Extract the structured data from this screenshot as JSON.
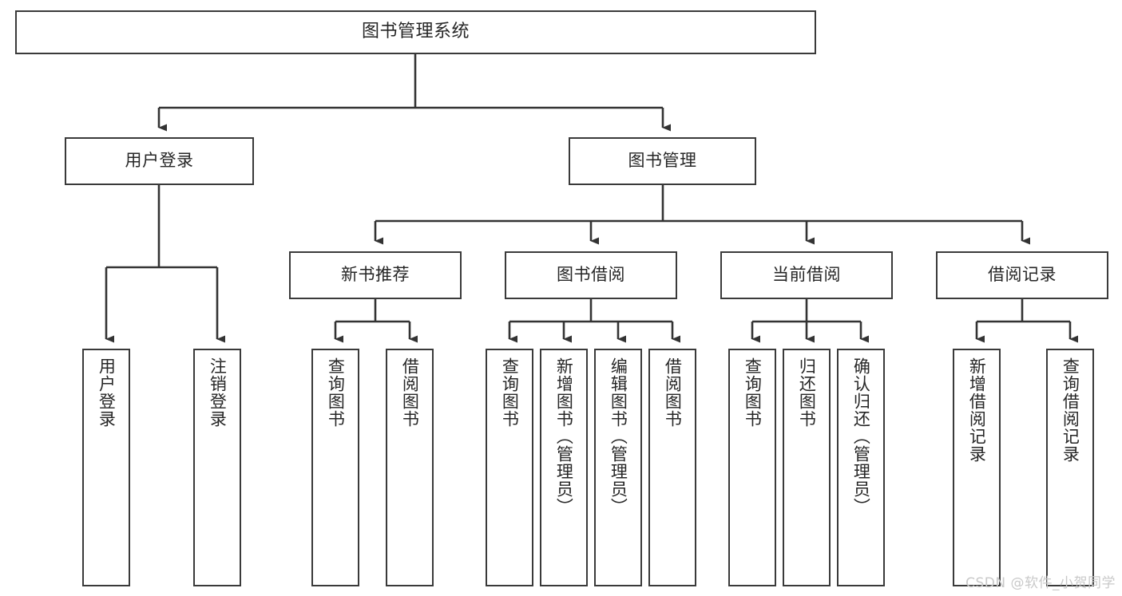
{
  "diagram": {
    "title": "图书管理系统",
    "type": "tree",
    "watermark": "CSDN @软件_小贺同学",
    "colors": {
      "border": "#3a3a3a",
      "text": "#262626",
      "background": "#ffffff",
      "edge": "#333333",
      "watermark": "#c9c9c9"
    },
    "nodes": {
      "root": {
        "label": "图书管理系统"
      },
      "level1": [
        {
          "id": "user-login",
          "label": "用户登录"
        },
        {
          "id": "book-manage",
          "label": "图书管理"
        }
      ],
      "level2": [
        {
          "id": "new-book-recommend",
          "label": "新书推荐"
        },
        {
          "id": "book-borrow",
          "label": "图书借阅"
        },
        {
          "id": "current-borrow",
          "label": "当前借阅"
        },
        {
          "id": "borrow-record",
          "label": "借阅记录"
        }
      ],
      "leaves": {
        "user_login": [
          {
            "id": "leaf-user-login",
            "label": "用户登录"
          },
          {
            "id": "leaf-logout-login",
            "label": "注销登录"
          }
        ],
        "new_book_recommend": [
          {
            "id": "leaf-query-book-1",
            "label": "查询图书"
          },
          {
            "id": "leaf-borrow-book-1",
            "label": "借阅图书"
          }
        ],
        "book_borrow": [
          {
            "id": "leaf-query-book-2",
            "label": "查询图书"
          },
          {
            "id": "leaf-add-book-admin",
            "label": "新增图书（管理员）"
          },
          {
            "id": "leaf-edit-book-admin",
            "label": "编辑图书（管理员）"
          },
          {
            "id": "leaf-borrow-book-2",
            "label": "借阅图书"
          }
        ],
        "current_borrow": [
          {
            "id": "leaf-query-book-3",
            "label": "查询图书"
          },
          {
            "id": "leaf-return-book",
            "label": "归还图书"
          },
          {
            "id": "leaf-confirm-return-admin",
            "label": "确认归还（管理员）"
          }
        ],
        "borrow_record": [
          {
            "id": "leaf-add-borrow-record",
            "label": "新增借阅记录"
          },
          {
            "id": "leaf-query-borrow-record",
            "label": "查询借阅记录"
          }
        ]
      }
    }
  }
}
